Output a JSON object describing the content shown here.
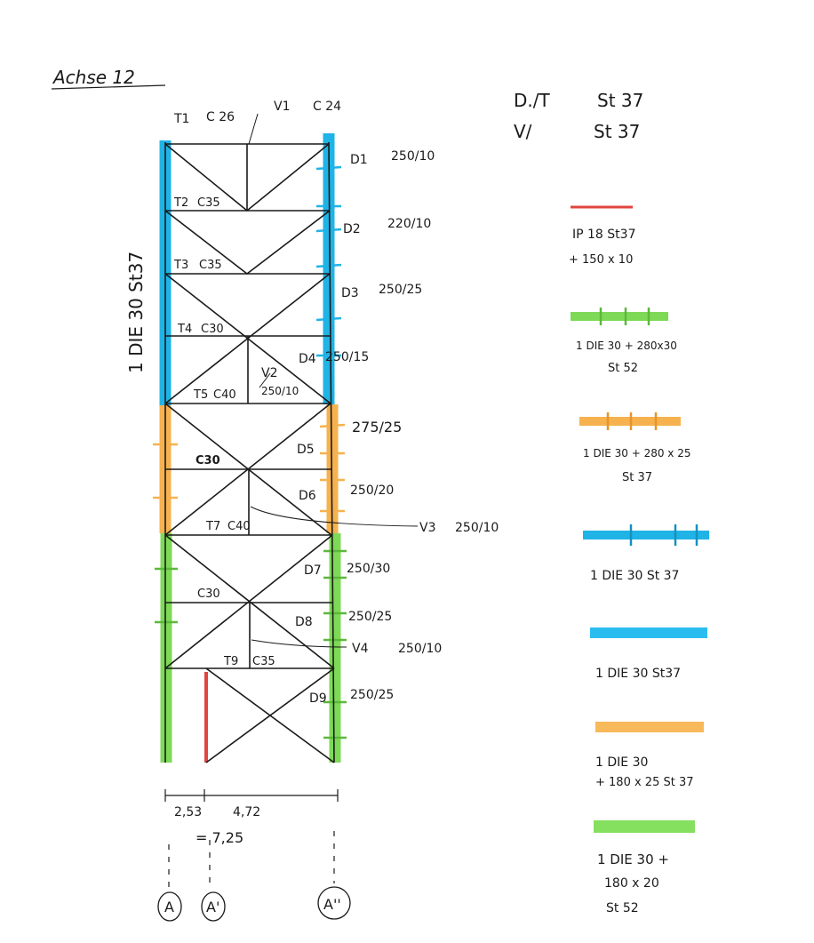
{
  "title": "Achse 12",
  "spec": [
    {
      "mark": "D./T",
      "grade": "St 37"
    },
    {
      "mark": "V/",
      "grade": "St 37"
    }
  ],
  "column_label": "1 DIE 30 St37",
  "top_labels": {
    "t1": "T1",
    "t1_val": "C 26",
    "v1": "V1",
    "v1_val": "C 24"
  },
  "t_labels": [
    {
      "id": "T2",
      "val": "C35"
    },
    {
      "id": "T3",
      "val": "C35"
    },
    {
      "id": "T4",
      "val": "C30"
    },
    {
      "id": "T5",
      "val": "C40"
    },
    {
      "id": "",
      "val": "C30"
    },
    {
      "id": "T7",
      "val": "C40"
    },
    {
      "id": "",
      "val": "C30"
    },
    {
      "id": "T9",
      "val": "C35"
    }
  ],
  "d_labels": [
    {
      "id": "D1",
      "val": "250/10"
    },
    {
      "id": "D2",
      "val": "220/10"
    },
    {
      "id": "D3",
      "val": "250/25"
    },
    {
      "id": "D4",
      "val": "250/15"
    },
    {
      "id": "D5",
      "val": "275/25"
    },
    {
      "id": "D6",
      "val": "250/20"
    },
    {
      "id": "D7",
      "val": "250/30"
    },
    {
      "id": "D8",
      "val": "250/25"
    },
    {
      "id": "D9",
      "val": "250/25"
    }
  ],
  "v_labels": [
    {
      "id": "V2",
      "val": "250/10"
    },
    {
      "id": "V3",
      "val": "250/10"
    },
    {
      "id": "V4",
      "val": "250/10"
    }
  ],
  "dimensions": {
    "left": "2,53",
    "right": "4,72",
    "total": "= 7,25"
  },
  "axes": [
    "A",
    "A'",
    "A''"
  ],
  "legend": [
    {
      "color": "#e0453f",
      "style": "thin",
      "lines": [
        "IP 18   St37",
        "+ 150 x 10"
      ]
    },
    {
      "color": "#7ed957",
      "style": "ticked",
      "lines": [
        "1 DIE 30 + 280x30",
        "St 52"
      ]
    },
    {
      "color": "#f6b24e",
      "style": "ticked",
      "lines": [
        "1 DIE 30 + 280 x 25",
        "St 37"
      ]
    },
    {
      "color": "#1fb3e6",
      "style": "ticked",
      "lines": [
        "1 DIE  30    St 37"
      ]
    },
    {
      "color": "#2bbdf0",
      "style": "plain",
      "lines": [
        "1 DIE  30   St37"
      ]
    },
    {
      "color": "#f8b95a",
      "style": "plain",
      "lines": [
        "1 DIE 30",
        "+ 180 x 25    St 37"
      ]
    },
    {
      "color": "#85e060",
      "style": "plain",
      "lines": [
        "1 DIE 30 +",
        "180 x 20",
        "St 52"
      ]
    }
  ],
  "colors": {
    "ink": "#1a1a1a",
    "blue": "#1fb3e6",
    "orange": "#f6b24e",
    "green": "#7ed957",
    "red": "#e0453f"
  }
}
